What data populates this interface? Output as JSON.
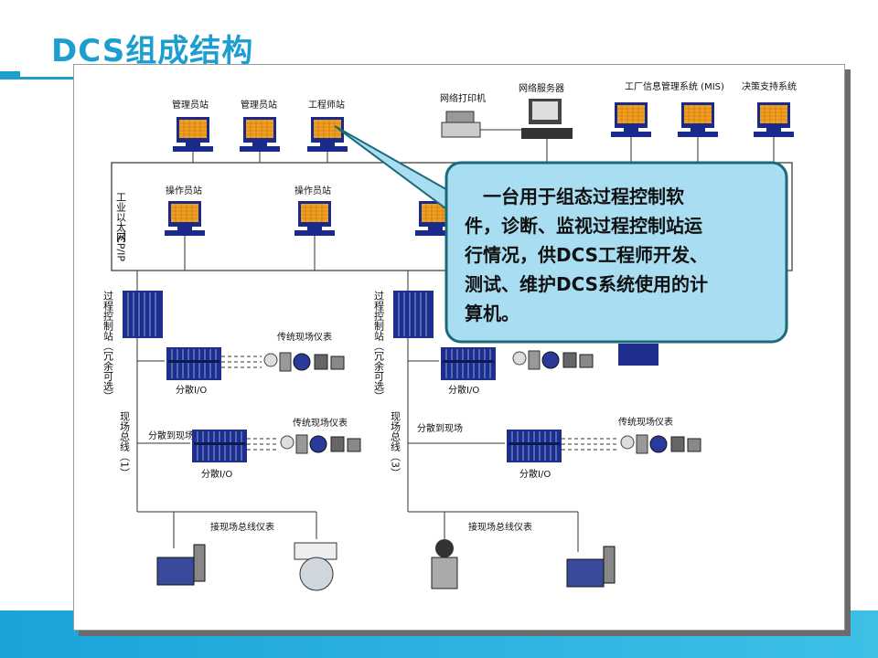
{
  "slide": {
    "title": "DCS组成结构"
  },
  "labels": {
    "admin_station_1": "管理员站",
    "admin_station_2": "管理员站",
    "engineer_station": "工程师站",
    "network_printer": "网络打印机",
    "network_server": "网络服务器",
    "mis": "工厂信息管理系统 (MIS)",
    "decision_support": "决策支持系统",
    "operator_station_1": "操作员站",
    "operator_station_2": "操作员站",
    "ethernet": "工业以太网",
    "tcpip": "TCP/IP",
    "pcs_left": "过程控制站（冗余可选）",
    "pcs_right": "过程控制站（冗余可选）",
    "traditional_instr_1": "传统现场仪表",
    "traditional_instr_2": "传统现场仪表",
    "traditional_instr_3": "传统现场仪表",
    "distributed_io_1": "分散I/O",
    "distributed_io_2": "分散I/O",
    "distributed_io_3": "分散I/O",
    "distributed_io_4": "分散I/O",
    "fieldbus_left": "现场总线（1）",
    "fieldbus_right": "现场总线（3）",
    "dist_to_field_1": "分散到现场",
    "dist_to_field_2": "分散到现场",
    "fieldbus_instr_1": "接现场总线仪表",
    "fieldbus_instr_2": "接现场总线仪表"
  },
  "callout": {
    "lines": [
      "　一台用于组态过程控制软",
      "件，诊断、监视过程控制站运",
      "行情况，供DCS工程师开发、",
      "测试、维护DCS系统使用的计",
      "算机。"
    ],
    "fill_color": "#a8ddf2",
    "border_color": "#1b6a7a"
  },
  "colors": {
    "accent": "#1c9fce",
    "monitor_screen": "#f0a020"
  }
}
